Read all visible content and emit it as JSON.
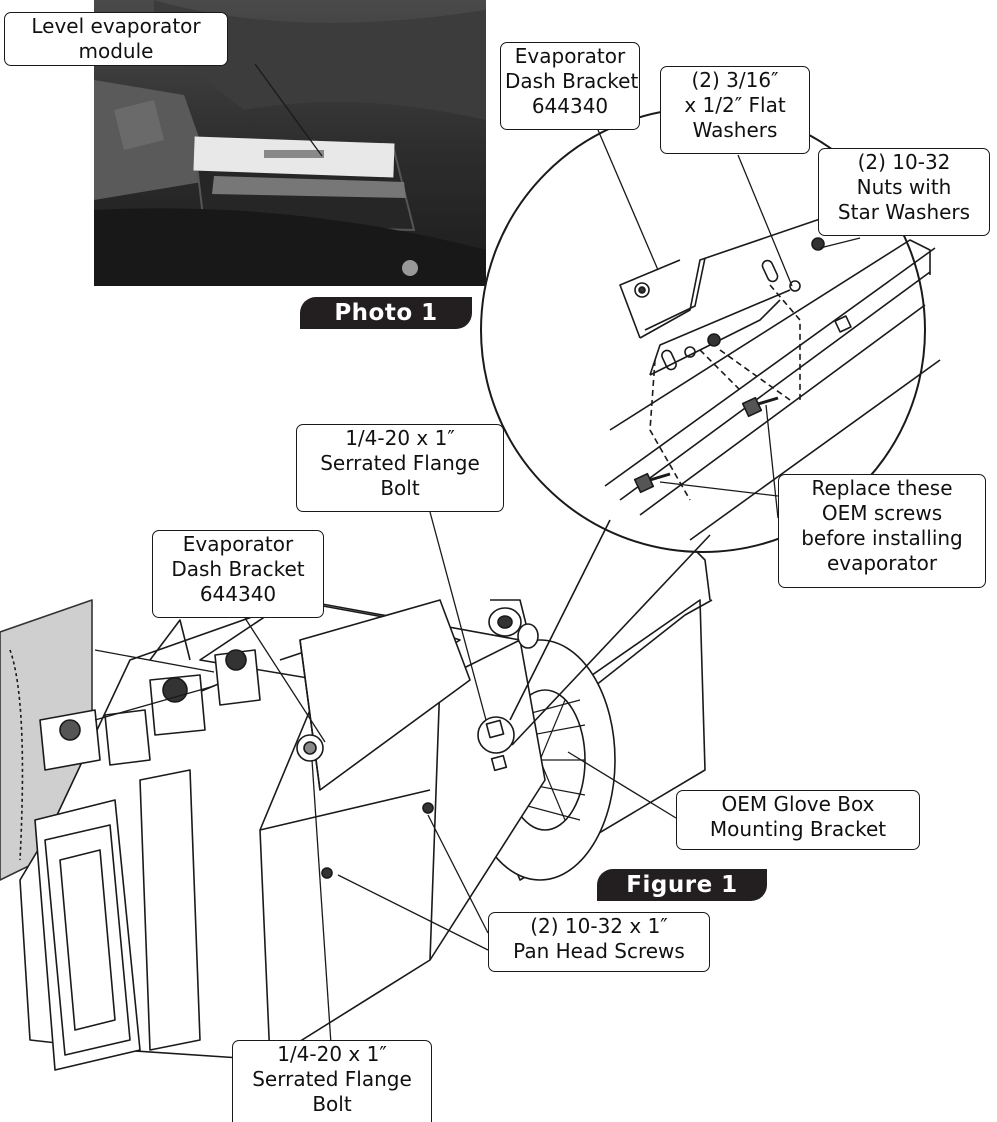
{
  "photo": {
    "label": "Photo 1",
    "callout": [
      "Level evaporator",
      "module"
    ]
  },
  "figure": {
    "label": "Figure 1"
  },
  "callouts": {
    "bracket_top": [
      "Evaporator",
      "Dash Bracket",
      "644340"
    ],
    "washers": [
      "(2) 3/16″",
      "x 1/2″ Flat",
      "Washers"
    ],
    "nuts": [
      "(2) 10-32",
      "Nuts with",
      "Star Washers"
    ],
    "flange_bolt_upper": [
      "1/4-20 x 1″",
      "Serrated Flange",
      "Bolt"
    ],
    "bracket_lower": [
      "Evaporator",
      "Dash Bracket",
      "644340"
    ],
    "replace_screws": [
      "Replace these",
      "OEM screws",
      "before installing",
      "evaporator"
    ],
    "glove_box": [
      "OEM Glove Box",
      "Mounting Bracket"
    ],
    "pan_head": [
      "(2) 10-32 x 1″",
      "Pan Head Screws"
    ],
    "flange_bolt_lower": [
      "1/4-20 x 1″",
      "Serrated Flange",
      "Bolt"
    ]
  }
}
